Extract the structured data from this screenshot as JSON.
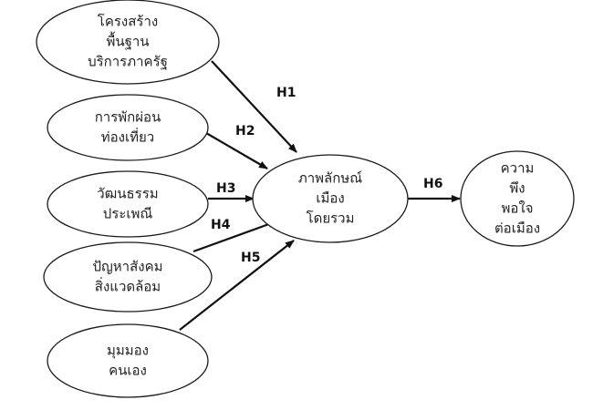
{
  "nodes": [
    {
      "id": "infrastructure",
      "lines": [
        "โครงสร้าง",
        "พื้นฐาน",
        "บริการภาครัฐ"
      ]
    },
    {
      "id": "tourism",
      "lines": [
        "การพักผ่อน",
        "ท่องเที่ยว"
      ]
    },
    {
      "id": "culture",
      "lines": [
        "วัฒนธรรม",
        "ประเพณี"
      ]
    },
    {
      "id": "social-environment",
      "lines": [
        "ปัญหาสังคม",
        "สิ่งแวดล้อม"
      ]
    },
    {
      "id": "local-perspective",
      "lines": [
        "มุมมอง",
        "คนเอง"
      ]
    },
    {
      "id": "city-image",
      "lines": [
        "ภาพลักษณ์",
        "เมือง",
        "โดยรวม"
      ]
    },
    {
      "id": "satisfaction",
      "lines": [
        "ความ",
        "พึง",
        "พอใจ",
        "ต่อเมือง"
      ]
    }
  ],
  "edges": [
    {
      "id": "h1",
      "label": "H1",
      "from": "infrastructure",
      "to": "city-image"
    },
    {
      "id": "h2",
      "label": "H2",
      "from": "tourism",
      "to": "city-image"
    },
    {
      "id": "h3",
      "label": "H3",
      "from": "culture",
      "to": "city-image"
    },
    {
      "id": "h4",
      "label": "H4",
      "from": "social-environment",
      "to": "city-image"
    },
    {
      "id": "h5",
      "label": "H5",
      "from": "local-perspective",
      "to": "city-image"
    },
    {
      "id": "h6",
      "label": "H6",
      "from": "city-image",
      "to": "satisfaction"
    }
  ]
}
